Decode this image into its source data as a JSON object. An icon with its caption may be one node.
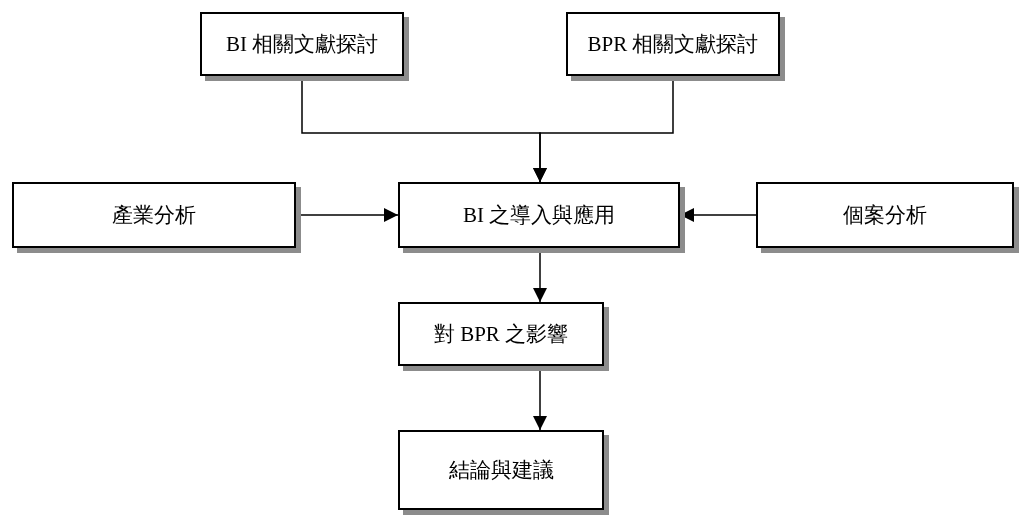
{
  "diagram": {
    "nodes": [
      {
        "text": [
          "BI 相關文獻探討"
        ]
      },
      {
        "text": [
          "BPR 相關文獻探討"
        ]
      },
      {
        "text": [
          "產業分析"
        ]
      },
      {
        "text": [
          "BI 之導入與應用"
        ]
      },
      {
        "text": [
          "個案分析"
        ]
      },
      {
        "text": [
          "對 BPR 之影響"
        ]
      },
      {
        "text": [
          "結論與建議"
        ]
      }
    ],
    "edges": [
      {
        "from": 0,
        "to": 3,
        "arrow": "to"
      },
      {
        "from": 1,
        "to": 3,
        "arrow": "to"
      },
      {
        "from": 2,
        "to": 3,
        "arrow": "to"
      },
      {
        "from": 4,
        "to": 3,
        "arrow": "to"
      },
      {
        "from": 3,
        "to": 5,
        "arrow": "to"
      },
      {
        "from": 5,
        "to": 6,
        "arrow": "to"
      }
    ]
  }
}
